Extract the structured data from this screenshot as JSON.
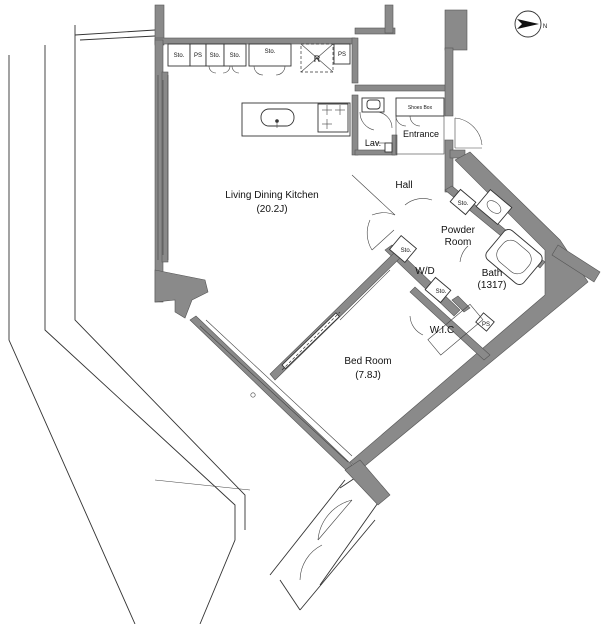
{
  "rooms": {
    "ldk_name": "Living Dining Kitchen",
    "ldk_area": "(20.2J)",
    "hall": "Hall",
    "powder_line1": "Powder",
    "powder_line2": "Room",
    "wd": "W/D",
    "bath_name": "Bath",
    "bath_size": "(1317)",
    "wic": "W.I.C",
    "bed_name": "Bed Room",
    "bed_area": "(7.8J)",
    "entrance": "Entrance",
    "lav": "Lav."
  },
  "storage": {
    "sto": "Sto.",
    "ps": "PS",
    "fridge": "R",
    "shoes_box": "Shoes Box"
  },
  "compass": {
    "north": "N"
  }
}
